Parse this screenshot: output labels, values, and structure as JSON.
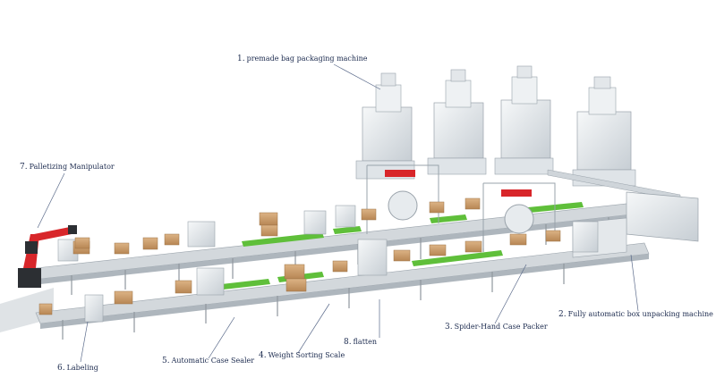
{
  "labels": [
    {
      "id": "l1",
      "num": "1.",
      "text": "premade bag packaging machine"
    },
    {
      "id": "l2",
      "num": "2.",
      "text": "Fully automatic box unpacking machine"
    },
    {
      "id": "l3",
      "num": "3.",
      "text": "Spider-Hand Case Packer"
    },
    {
      "id": "l4",
      "num": "4.",
      "text": "Weight Sorting Scale"
    },
    {
      "id": "l5",
      "num": "5.",
      "text": "Automatic Case Sealer"
    },
    {
      "id": "l6",
      "num": "6.",
      "text": "Labeling"
    },
    {
      "id": "l7",
      "num": "7.",
      "text": "Palletizing Manipulator"
    },
    {
      "id": "l8",
      "num": "8.",
      "text": "flatten"
    }
  ],
  "colors": {
    "label_text": "#1b2a4e",
    "leader_line": "#5a6a8a",
    "machine_body": "#e8ecef",
    "machine_edge": "#9aa3ab",
    "conveyor": "#c9cfd4",
    "roller_green": "#5fbf3a",
    "box_cardboard": "#c89a68",
    "robot_red": "#d8262a",
    "robot_dark": "#2c2f33"
  }
}
